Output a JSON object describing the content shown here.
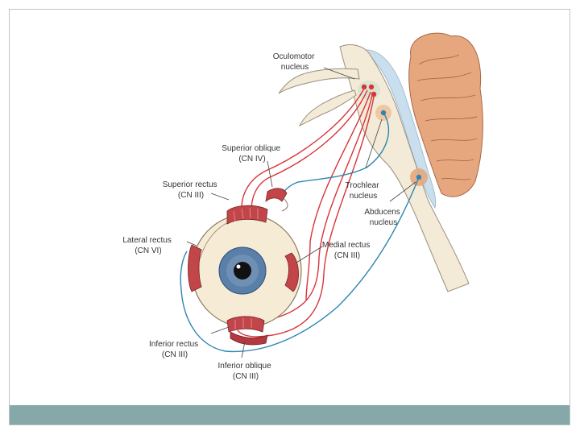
{
  "labels": {
    "oculomotor_nucleus": [
      "Oculomotor",
      "nucleus"
    ],
    "superior_oblique": [
      "Superior oblique",
      "(CN IV)"
    ],
    "superior_rectus": [
      "Superior rectus",
      "(CN III)"
    ],
    "trochlear_nucleus": [
      "Trochlear",
      "nucleus"
    ],
    "abducens_nucleus": [
      "Abducens",
      "nucleus"
    ],
    "lateral_rectus": [
      "Lateral rectus",
      "(CN VI)"
    ],
    "medial_rectus": [
      "Medial rectus",
      "(CN III)"
    ],
    "inferior_rectus": [
      "Inferior rectus",
      "(CN III)"
    ],
    "inferior_oblique": [
      "Inferior oblique",
      "(CN III)"
    ]
  },
  "colors": {
    "nerve_cn3": "#d9343a",
    "nerve_cn4_cn6": "#2e86b0",
    "muscle": "#c2454a",
    "brainstem": "#f3ead8",
    "cerebellum": "#e7a77e",
    "ventricle": "#c9dfee",
    "iris": "#5a7fa8",
    "footer_bar": "#86a8a8"
  }
}
